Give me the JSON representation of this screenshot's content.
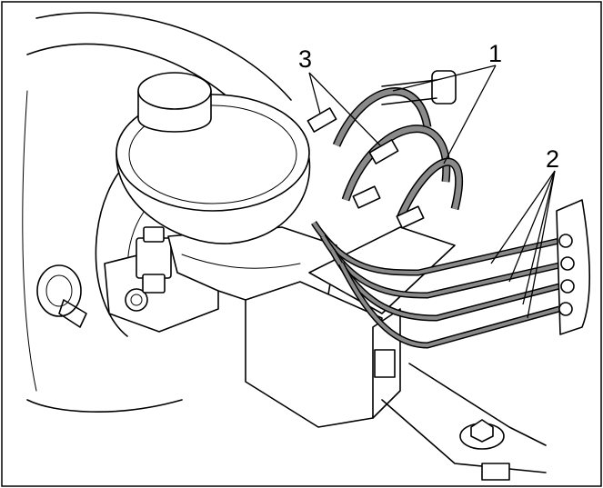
{
  "callouts": {
    "one": "1",
    "two": "2",
    "three": "3"
  },
  "colors": {
    "line": "#000000",
    "pipe_shade": "#8a8a8a",
    "background": "#ffffff"
  }
}
